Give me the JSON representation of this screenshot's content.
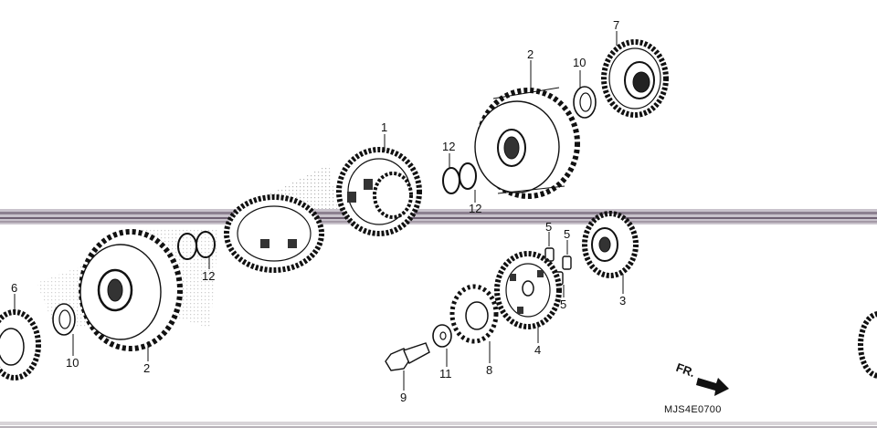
{
  "diagram": {
    "code": "MJS4E0700",
    "direction_label": "FR.",
    "callouts": [
      {
        "id": "c1",
        "label": "1"
      },
      {
        "id": "c2a",
        "label": "2"
      },
      {
        "id": "c2b",
        "label": "2"
      },
      {
        "id": "c3",
        "label": "3"
      },
      {
        "id": "c4",
        "label": "4"
      },
      {
        "id": "c5a",
        "label": "5"
      },
      {
        "id": "c5b",
        "label": "5"
      },
      {
        "id": "c5c",
        "label": "5"
      },
      {
        "id": "c6",
        "label": "6"
      },
      {
        "id": "c7",
        "label": "7"
      },
      {
        "id": "c8",
        "label": "8"
      },
      {
        "id": "c9",
        "label": "9"
      },
      {
        "id": "c10a",
        "label": "10"
      },
      {
        "id": "c10b",
        "label": "10"
      },
      {
        "id": "c11",
        "label": "11"
      },
      {
        "id": "c12a",
        "label": "12"
      },
      {
        "id": "c12b",
        "label": "12"
      },
      {
        "id": "c12c",
        "label": "12"
      }
    ]
  }
}
